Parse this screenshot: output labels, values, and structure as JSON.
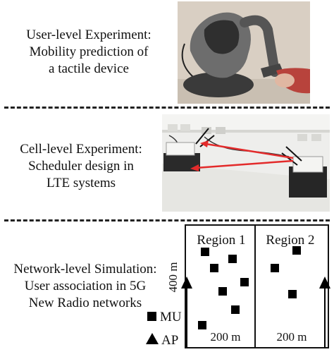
{
  "sections": [
    {
      "lines": [
        "User-level Experiment:",
        "Mobility prediction of",
        "a tactile device"
      ]
    },
    {
      "lines": [
        "Cell-level Experiment:",
        "Scheduler design in",
        "LTE systems"
      ]
    },
    {
      "lines": [
        "Network-level Simulation:",
        "User association in 5G",
        "New Radio networks"
      ]
    }
  ],
  "diagram": {
    "region1_label": "Region 1",
    "region2_label": "Region 2",
    "height_label": "400 m",
    "width1_label": "200 m",
    "width2_label": "200 m",
    "legend_mu": "MU",
    "legend_ap": "AP"
  },
  "colors": {
    "arrow": "#e32b2b",
    "marker": "#000000"
  }
}
